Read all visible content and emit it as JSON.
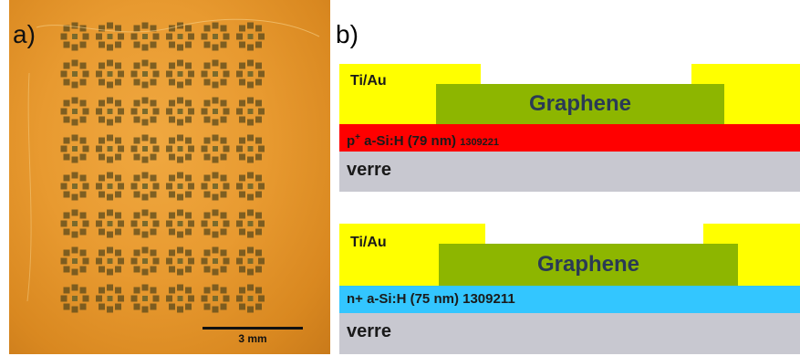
{
  "panel_a": {
    "label": "a)",
    "scale_bar": "3 mm"
  },
  "panel_b": {
    "label": "b)",
    "top_stack": {
      "contact": "Ti/Au",
      "graphene": "Graphene",
      "doped_prefix": "p",
      "doped_sup": "+",
      "doped_main": " a-Si:H (79 nm)",
      "doped_id": "1309221",
      "substrate": "verre"
    },
    "bottom_stack": {
      "contact": "Ti/Au",
      "graphene": "Graphene",
      "doped": "n+ a-Si:H (75 nm) 1309211",
      "substrate": "verre"
    }
  },
  "colors": {
    "contact": "#ffff00",
    "graphene": "#8db600",
    "p_layer": "#ff0000",
    "n_layer": "#33c6ff",
    "substrate": "#c8c8d0",
    "photo": "#e89a30"
  }
}
